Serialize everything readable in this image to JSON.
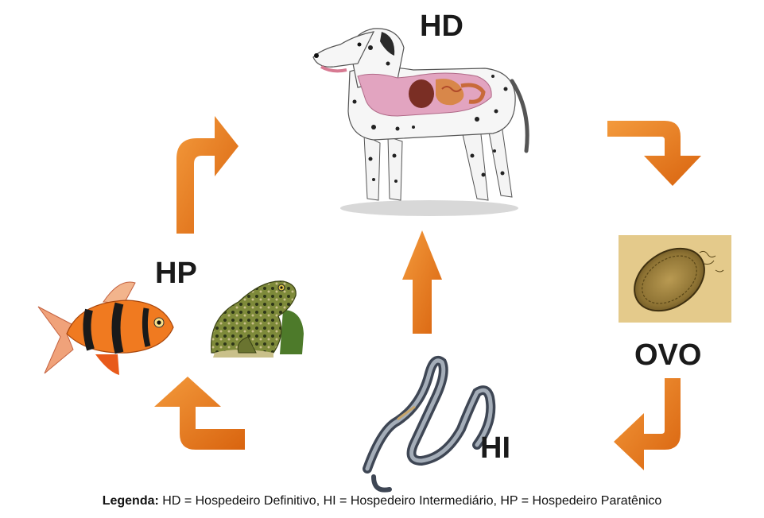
{
  "labels": {
    "hd": "HD",
    "hp": "HP",
    "ovo": "OVO",
    "hi": "HI"
  },
  "legend": {
    "title": "Legenda:",
    "text": " HD = Hospedeiro Definitivo, HI = Hospedeiro Intermediário, HP = Hospedeiro Paratênico"
  },
  "colors": {
    "arrow": "#e8751a",
    "arrow_dark": "#c85a10"
  },
  "icons": [
    "dog-illustration",
    "egg-micrograph",
    "worm-illustration",
    "fish-illustration",
    "frog-illustration"
  ]
}
